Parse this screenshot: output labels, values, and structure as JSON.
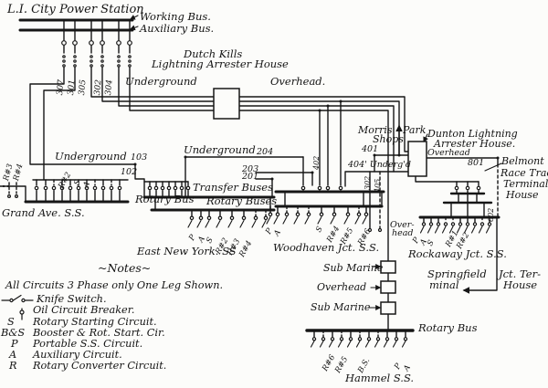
{
  "station": {
    "title": "L.I. City Power Station",
    "working_bus": "Working Bus.",
    "auxiliary_bus": "Auxiliary Bus.",
    "feeders": [
      "307",
      "301",
      "305",
      "302",
      "304"
    ]
  },
  "corridor": {
    "underground": "Underground",
    "overhead": "Overhead.",
    "dutch_kills_line1": "Dutch Kills",
    "dutch_kills_line2": "Lightning Arrester House"
  },
  "grand_ave": {
    "underground": "Underground",
    "c103": "103",
    "c102": "102",
    "rotary_bus": "Rotary Bus",
    "name": "Grand Ave. S.S.",
    "taps": [
      "R#3",
      "R#4",
      "R#2",
      "S",
      "A"
    ]
  },
  "east_new_york": {
    "underground": "Underground",
    "c204": "204",
    "c203": "203",
    "c201": "201",
    "transfer_buses": "Transfer Buses",
    "rotary_buses": "Rotary Buses",
    "name": "East New York. SS",
    "taps": [
      "P",
      "A",
      "S",
      "R#2",
      "R#3",
      "R#4"
    ]
  },
  "woodhaven": {
    "name": "Woodhaven Jct. S.S.",
    "c402": "402",
    "taps": [
      "P",
      "A",
      "S",
      "R#4",
      "R#5",
      "R#6"
    ]
  },
  "morris_park": {
    "line1": "Morris",
    "line2": "Park",
    "line3": "Shops",
    "c401": "401"
  },
  "dunton": {
    "line1": "Dunton Lightning",
    "line2": "Arrester House.",
    "overhead": "Overhead",
    "c404": "404' Underg'd",
    "c302": "302",
    "c405": "405"
  },
  "belmont": {
    "c801": "801",
    "line1": "Belmont",
    "line2": "Race Track",
    "line3": "Terminal",
    "line4": "House",
    "c602": "602"
  },
  "rockaway": {
    "name": "Rockaway Jct. S.S.",
    "overhead_line1": "Over-",
    "overhead_line2": "head",
    "taps": [
      "P",
      "A",
      "S",
      "R#1",
      "R#2"
    ]
  },
  "springfield": {
    "line1": "Springfield",
    "line2": "Jct. Ter-",
    "line3": "minal",
    "line4": "House"
  },
  "hammel": {
    "submarine1": "Sub Marine",
    "overhead": "Overhead",
    "submarine2": "Sub Marine",
    "rotary_bus": "Rotary Bus",
    "name": "Hammel S.S.",
    "taps": [
      "R#6",
      "R#5",
      "B.S.",
      "P",
      "A"
    ]
  },
  "notes": {
    "title": "~Notes~",
    "line1": "All Circuits 3 Phase only One Leg Shown.",
    "knife": "Knife Switch.",
    "oil": "Oil Circuit Breaker.",
    "s_key": "S",
    "s_val": "Rotary Starting Circuit.",
    "bs_key": "B&S",
    "bs_val": "Booster & Rot. Start. Cir.",
    "p_key": "P",
    "p_val": "Portable S.S. Circuit.",
    "a_key": "A",
    "a_val": "Auxiliary Circuit.",
    "r_key": "R",
    "r_val": "Rotary Converter Circuit."
  },
  "colors": {
    "ink": "#161616",
    "paper": "#fcfcfa"
  }
}
